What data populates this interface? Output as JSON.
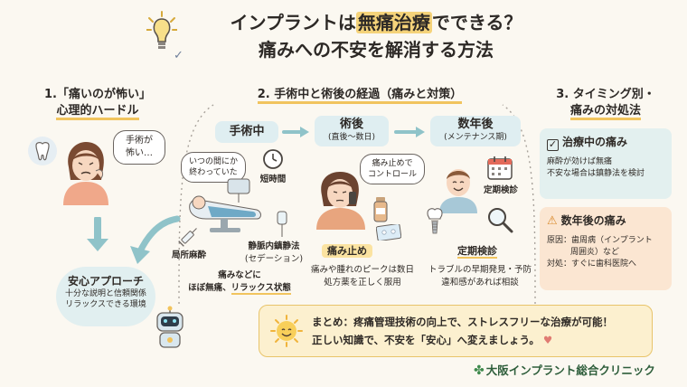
{
  "title": {
    "line1_before": "インプラントは",
    "line1_highlight": "無痛治療",
    "line1_after": "でできる？",
    "line2": "痛みへの不安を解消する方法"
  },
  "section1": {
    "heading_line1": "1.「痛いのが怖い」",
    "heading_line2": "心理的ハードル",
    "patient_bubble": "手術が\n怖い…",
    "relief_title": "安心アプローチ",
    "relief_line1": "十分な説明と信頼関係",
    "relief_line2": "リラックスできる環境"
  },
  "section2": {
    "heading": "2. 手術中と術後の経過（痛みと対策）",
    "stage_surgery": "手術中",
    "stage_post": "術後",
    "stage_post_sub": "(直後〜数日)",
    "stage_years": "数年後",
    "stage_years_sub": "(メンテナンス期)",
    "surgery_bubble": "いつの間にか\n終わっていた",
    "short_time": "短時間",
    "local_anesthesia": "局所麻酔",
    "sedation_line1": "静脈内鎮静法",
    "sedation_line2": "(セデーション)",
    "surgery_cap_line1": "痛みなどに",
    "surgery_cap_line2_a": "ほぼ無痛、",
    "surgery_cap_line2_b": "リラックス状態",
    "post_bubble": "痛み止めで\nコントロール",
    "post_label": "痛み止め",
    "post_cap_line1": "痛みや腫れのピークは数日",
    "post_cap_line2": "処方薬を正しく服用",
    "years_calendar_label": "定期検診",
    "years_label": "定期検診",
    "years_cap_line1": "トラブルの早期発見・予防",
    "years_cap_line2": "違和感があれば相談"
  },
  "section3": {
    "heading_line1": "3. タイミング別・",
    "heading_line2": "痛みの対処法",
    "card1_title": "治療中の痛み",
    "card1_line1": "麻酔が効けば無痛",
    "card1_line2": "不安な場合は鎮静法を検討",
    "card2_title": "数年後の痛み",
    "card2_line1": "原因：歯周病（インプラント",
    "card2_line2": "周囲炎）など",
    "card2_line3": "対処：すぐに歯科医院へ"
  },
  "summary": {
    "line1": "まとめ：疼痛管理技術の向上で、ストレスフリーな治療が可能！",
    "line2": "正しい知識で、不安を「安心」へ変えましょう。"
  },
  "logo": {
    "name": "大阪インプラント総合クリニック",
    "icon": "clover-icon"
  },
  "colors": {
    "highlight": "#f5d37a",
    "teal_card": "#e3f0ef",
    "peach_card": "#fbe6d2",
    "summary_bg": "#fcf0cf",
    "logo_green": "#2d5d3a"
  }
}
